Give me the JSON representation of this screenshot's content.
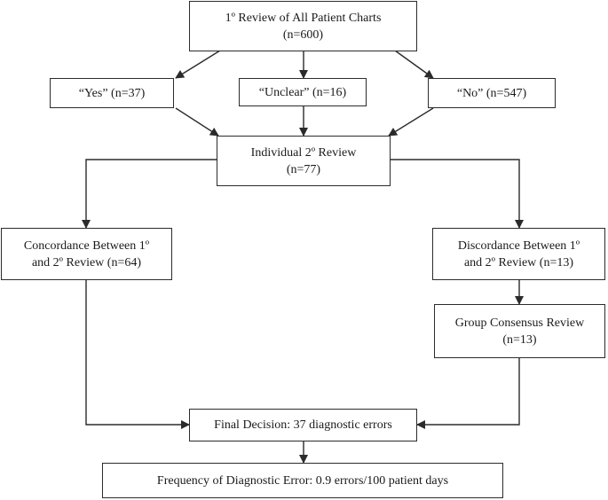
{
  "nodes": {
    "primary_review": {
      "line1": "1º Review of All Patient Charts",
      "line2": "(n=600)"
    },
    "yes": {
      "line1": "“Yes” (n=37)"
    },
    "unclear": {
      "line1": "“Unclear” (n=16)"
    },
    "no": {
      "line1": "“No” (n=547)"
    },
    "secondary_review": {
      "line1": "Individual 2º Review",
      "line2": "(n=77)"
    },
    "concordance": {
      "line1": "Concordance Between 1º",
      "line2": "and 2º Review (n=64)"
    },
    "discordance": {
      "line1": "Discordance Between 1º",
      "line2": "and 2º Review (n=13)"
    },
    "group_consensus": {
      "line1": "Group Consensus Review",
      "line2": "(n=13)"
    },
    "final_decision": {
      "line1": "Final Decision: 37 diagnostic errors"
    },
    "frequency": {
      "line1": "Frequency of Diagnostic Error: 0.9 errors/100 patient days"
    }
  },
  "line_color": "#2b2b2b"
}
